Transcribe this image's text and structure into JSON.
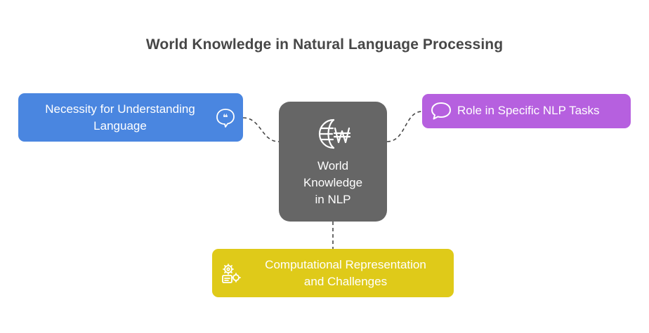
{
  "title": "World Knowledge in Natural Language Processing",
  "center": {
    "label_line1": "World",
    "label_line2": "Knowledge",
    "label_line3": "in NLP",
    "icon": "globe-currency-icon",
    "color": "#666666"
  },
  "nodes": {
    "left": {
      "label_line1": "Necessity for Understanding",
      "label_line2": "Language",
      "icon": "quote-bubble-icon",
      "color": "#4a86e0"
    },
    "right": {
      "label": "Role in Specific NLP Tasks",
      "icon": "speech-bubble-icon",
      "color": "#b660df"
    },
    "bottom": {
      "label_line1": "Computational Representation",
      "label_line2": "and Challenges",
      "icon": "gears-document-icon",
      "color": "#dfca19"
    }
  }
}
